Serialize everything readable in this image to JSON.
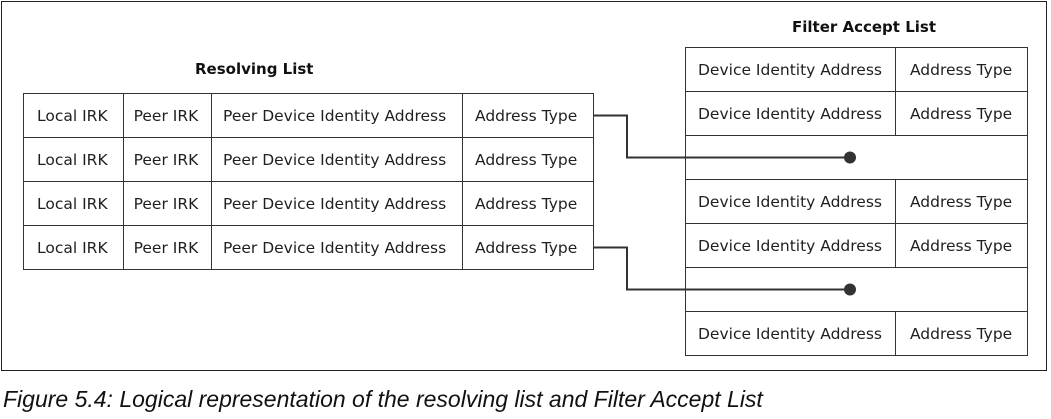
{
  "resolving_list": {
    "title": "Resolving List",
    "rows": [
      [
        "Local IRK",
        "Peer IRK",
        "Peer Device Identity Address",
        "Address Type"
      ],
      [
        "Local IRK",
        "Peer IRK",
        "Peer Device Identity Address",
        "Address Type"
      ],
      [
        "Local IRK",
        "Peer IRK",
        "Peer Device Identity Address",
        "Address Type"
      ],
      [
        "Local IRK",
        "Peer IRK",
        "Peer Device Identity Address",
        "Address Type"
      ]
    ]
  },
  "filter_accept_list": {
    "title": "Filter Accept List",
    "rows": [
      [
        "Device Identity Address",
        "Address Type"
      ],
      [
        "Device Identity Address",
        "Address Type"
      ],
      null,
      [
        "Device Identity Address",
        "Address Type"
      ],
      [
        "Device Identity Address",
        "Address Type"
      ],
      null,
      [
        "Device Identity Address",
        "Address Type"
      ]
    ]
  },
  "links": [
    {
      "from_resolving_row": 0,
      "to_filter_row": 2
    },
    {
      "from_resolving_row": 3,
      "to_filter_row": 5
    }
  ],
  "caption": "Figure 5.4:  Logical representation of the resolving list and Filter Accept List"
}
